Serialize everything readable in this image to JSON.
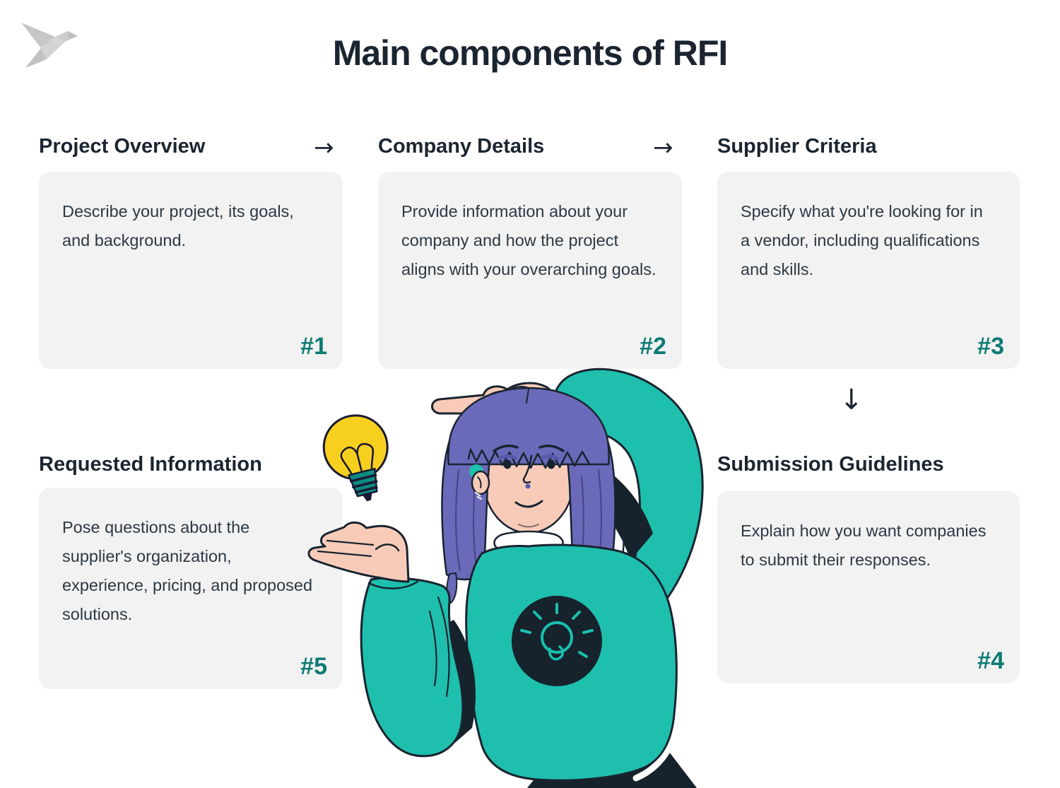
{
  "page": {
    "title": "Main components of RFI"
  },
  "logo": {
    "name": "origami-bird",
    "color": "#c9c9c9"
  },
  "icons": {
    "arrow_right": "→",
    "arrow_down": "↓",
    "lightbulb": "idea-lightbulb"
  },
  "cards": [
    {
      "title": "Project Overview",
      "body": "Describe your project, its goals, and background.",
      "number": "#1"
    },
    {
      "title": "Company Details",
      "body": "Provide information about your company and how the project aligns with your overarching goals.",
      "number": "#2"
    },
    {
      "title": "Supplier Criteria",
      "body": "Specify what you're looking for in a vendor, including qualifications and skills.",
      "number": "#3"
    },
    {
      "title": "Submission Guidelines",
      "body": "Explain how you want companies to submit their responses.",
      "number": "#4"
    },
    {
      "title": "Requested Information",
      "body": "Pose questions about the supplier's organization, experience, pricing, and proposed solutions.",
      "number": "#5"
    }
  ],
  "colors": {
    "background": "#ffffff",
    "heading": "#1b2531",
    "body_text": "#2c3844",
    "card_bg": "#f2f2f2",
    "number_teal": "#0e7a74",
    "sweater_teal": "#1fbfae",
    "dark_navy": "#16222c",
    "hair_purple": "#6b69ba",
    "skin": "#f8cbb9",
    "bulb_yellow": "#f7cf1e",
    "logo_gray": "#c9c9c9"
  }
}
